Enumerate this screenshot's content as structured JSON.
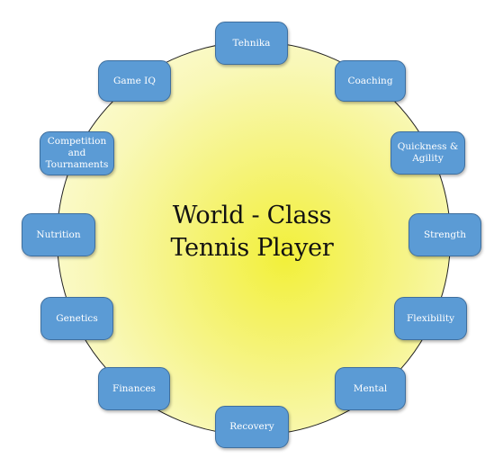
{
  "center": {
    "title_line1": "World - Class",
    "title_line2": "Tennis Player"
  },
  "nodes": {
    "tehnika": "Tehnika",
    "coaching": "Coaching",
    "quickness_line1": "Quickness &",
    "quickness_line2": "Agility",
    "strength": "Strength",
    "flexibility": "Flexibility",
    "mental": "Mental",
    "recovery": "Recovery",
    "finances": "Finances",
    "genetics": "Genetics",
    "nutrition": "Nutrition",
    "competition_line1": "Competition",
    "competition_line2": "and",
    "competition_line3": "Tournaments",
    "game_iq": "Game IQ"
  },
  "colors": {
    "node_fill": "#5b9bd5",
    "node_border": "#3f6f9e",
    "circle_center": "#f2f03a",
    "circle_edge": "#fdfde9",
    "text_dark": "#111111"
  }
}
